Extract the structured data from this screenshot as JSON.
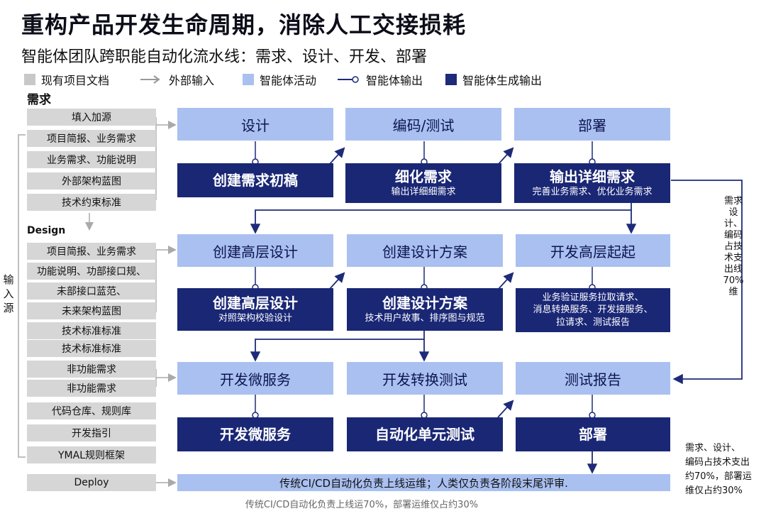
{
  "title": "重构产品开发生命周期，消除人工交接损耗",
  "subtitle": "智能体团队跨职能自动化流水线：需求、设计、开发、部署",
  "legend": {
    "existing_docs": "现有项目文档",
    "external_input": "外部输入",
    "agent_activity": "智能体活动",
    "agent_output": "智能体输出",
    "agent_generated": "智能体生成输出"
  },
  "side_label": "输入源",
  "sections": {
    "requirements": {
      "label": "需求",
      "docs": [
        "填入加源",
        "项目简报、业务需求",
        "业务需求、功能说明",
        "外部架构蓝图",
        "技术约束标准"
      ]
    },
    "design": {
      "label": "Design",
      "docs": [
        "项目简报、业务需求",
        "功能说明、功部接口规、",
        "未部接口蓝范、",
        "未来架构蓝图",
        "技术标准标准",
        "技术标准标准",
        "非功能需求",
        "非功能需求",
        "代码仓库、规则库",
        "开发指引",
        "YMAL规则框架"
      ]
    },
    "deploy": {
      "label": "Deploy"
    }
  },
  "rows": [
    {
      "activities": [
        "设计",
        "编码/测试",
        "部署"
      ],
      "outputs": [
        {
          "title": "创建需求初稿",
          "sub": ""
        },
        {
          "title": "细化需求",
          "sub": "输出详细细需求"
        },
        {
          "title": "输出详细需求",
          "sub": "完善业务需求、优化业务需求"
        }
      ]
    },
    {
      "activities": [
        "创建高层设计",
        "创建设计方案",
        "开发高层起起"
      ],
      "outputs": [
        {
          "title": "创建高层设计",
          "sub": "对照架构校验设计"
        },
        {
          "title": "创建设计方案",
          "sub": "技术用户故事、排序图与规范"
        },
        {
          "title": "",
          "sub": "业务验证服务拉取请求、\n消息转换服务、开发接服务、\n拉请求、测试报告"
        }
      ]
    },
    {
      "activities": [
        "开发微服务",
        "开发转换测试",
        "测试报告"
      ],
      "outputs": [
        {
          "title": "开发微服务",
          "sub": ""
        },
        {
          "title": "自动化单元测试",
          "sub": ""
        },
        {
          "title": "部署",
          "sub": ""
        }
      ]
    }
  ],
  "deploy_bar": "传统CI/CD自动化负责上线运维；人类仅负责各阶段末尾评审.",
  "footnote": "传统CI/CD自动化负责上线运70%，部署运维仅占约30%",
  "vertical_note": "需求\n设计、\n编码占技术支出线70%维",
  "side_note": "需求、设计、\n编码占技术支出\n约70%，部署运\n维仅占约30%",
  "colors": {
    "light": "#a9c0f0",
    "dark": "#1a2775",
    "gray": "#d6d6d6",
    "line": "#1d2b78"
  }
}
